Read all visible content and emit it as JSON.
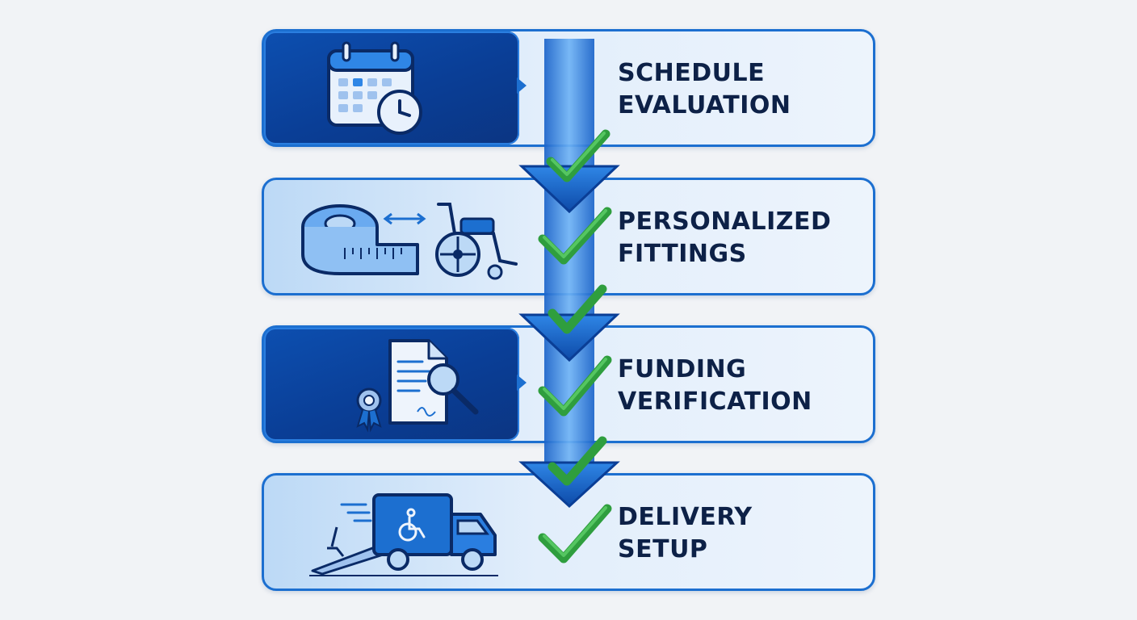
{
  "steps": [
    {
      "line1": "SCHEDULE",
      "line2": "EVALUATION",
      "icon": "calendar-clock-icon",
      "panel": "dark"
    },
    {
      "line1": "PERSONALIZED",
      "line2": "FITTINGS",
      "icon": "measuring-tape-wheelchair-icon",
      "panel": "light"
    },
    {
      "line1": "FUNDING",
      "line2": "VERIFICATION",
      "icon": "document-magnifier-icon",
      "panel": "dark"
    },
    {
      "line1": "DELIVERY",
      "line2": "SETUP",
      "icon": "delivery-truck-icon",
      "panel": "light"
    }
  ],
  "colors": {
    "accent": "#1c6fd0",
    "dark_panel": "#0a3e96",
    "check": "#3fb54a",
    "text": "#0d2147"
  }
}
